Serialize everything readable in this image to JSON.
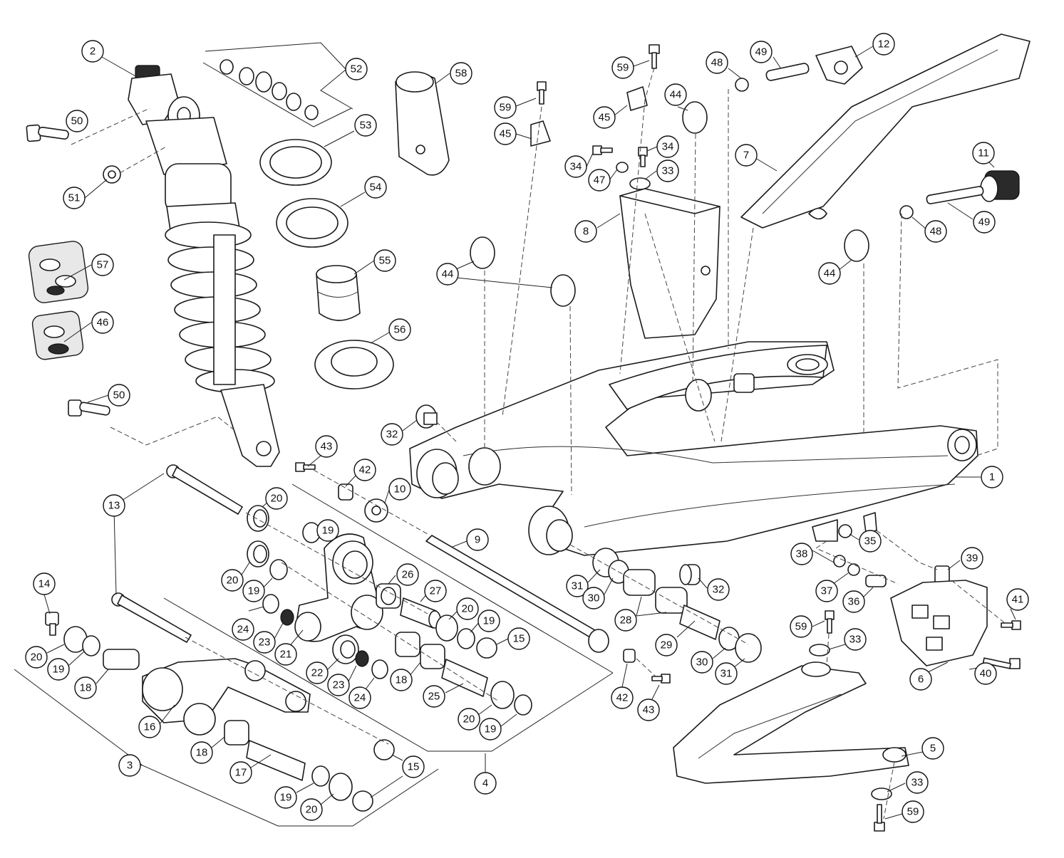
{
  "callouts": [
    {
      "id": "c-2",
      "label": "2"
    },
    {
      "id": "c-50a",
      "label": "50"
    },
    {
      "id": "c-51",
      "label": "51"
    },
    {
      "id": "c-52",
      "label": "52"
    },
    {
      "id": "c-53",
      "label": "53"
    },
    {
      "id": "c-54",
      "label": "54"
    },
    {
      "id": "c-55",
      "label": "55"
    },
    {
      "id": "c-56",
      "label": "56"
    },
    {
      "id": "c-57",
      "label": "57"
    },
    {
      "id": "c-46",
      "label": "46"
    },
    {
      "id": "c-50b",
      "label": "50"
    },
    {
      "id": "c-58",
      "label": "58"
    },
    {
      "id": "c-59a",
      "label": "59"
    },
    {
      "id": "c-45a",
      "label": "45"
    },
    {
      "id": "c-59b",
      "label": "59"
    },
    {
      "id": "c-45b",
      "label": "45"
    },
    {
      "id": "c-44a",
      "label": "44"
    },
    {
      "id": "c-34a",
      "label": "34"
    },
    {
      "id": "c-34b",
      "label": "34"
    },
    {
      "id": "c-47",
      "label": "47"
    },
    {
      "id": "c-33a",
      "label": "33"
    },
    {
      "id": "c-8",
      "label": "8"
    },
    {
      "id": "c-48a",
      "label": "48"
    },
    {
      "id": "c-49a",
      "label": "49"
    },
    {
      "id": "c-12",
      "label": "12"
    },
    {
      "id": "c-7",
      "label": "7"
    },
    {
      "id": "c-11",
      "label": "11"
    },
    {
      "id": "c-48b",
      "label": "48"
    },
    {
      "id": "c-49b",
      "label": "49"
    },
    {
      "id": "c-44b",
      "label": "44"
    },
    {
      "id": "c-44c",
      "label": "44"
    },
    {
      "id": "c-32a",
      "label": "32"
    },
    {
      "id": "c-1",
      "label": "1"
    },
    {
      "id": "c-43a",
      "label": "43"
    },
    {
      "id": "c-42a",
      "label": "42"
    },
    {
      "id": "c-10",
      "label": "10"
    },
    {
      "id": "c-13",
      "label": "13"
    },
    {
      "id": "c-20a",
      "label": "20"
    },
    {
      "id": "c-19a",
      "label": "19"
    },
    {
      "id": "c-9",
      "label": "9"
    },
    {
      "id": "c-20b",
      "label": "20"
    },
    {
      "id": "c-19b",
      "label": "19"
    },
    {
      "id": "c-26",
      "label": "26"
    },
    {
      "id": "c-27",
      "label": "27"
    },
    {
      "id": "c-24a",
      "label": "24"
    },
    {
      "id": "c-23a",
      "label": "23"
    },
    {
      "id": "c-21",
      "label": "21"
    },
    {
      "id": "c-20c",
      "label": "20"
    },
    {
      "id": "c-19c",
      "label": "19"
    },
    {
      "id": "c-15a",
      "label": "15"
    },
    {
      "id": "c-22",
      "label": "22"
    },
    {
      "id": "c-23b",
      "label": "23"
    },
    {
      "id": "c-24b",
      "label": "24"
    },
    {
      "id": "c-18a",
      "label": "18"
    },
    {
      "id": "c-25",
      "label": "25"
    },
    {
      "id": "c-20d",
      "label": "20"
    },
    {
      "id": "c-19d",
      "label": "19"
    },
    {
      "id": "c-14",
      "label": "14"
    },
    {
      "id": "c-20e",
      "label": "20"
    },
    {
      "id": "c-19e",
      "label": "19"
    },
    {
      "id": "c-18b",
      "label": "18"
    },
    {
      "id": "c-16",
      "label": "16"
    },
    {
      "id": "c-18c",
      "label": "18"
    },
    {
      "id": "c-17",
      "label": "17"
    },
    {
      "id": "c-3",
      "label": "3"
    },
    {
      "id": "c-19f",
      "label": "19"
    },
    {
      "id": "c-20f",
      "label": "20"
    },
    {
      "id": "c-15b",
      "label": "15"
    },
    {
      "id": "c-4",
      "label": "4"
    },
    {
      "id": "c-31a",
      "label": "31"
    },
    {
      "id": "c-30a",
      "label": "30"
    },
    {
      "id": "c-28",
      "label": "28"
    },
    {
      "id": "c-32b",
      "label": "32"
    },
    {
      "id": "c-29",
      "label": "29"
    },
    {
      "id": "c-30b",
      "label": "30"
    },
    {
      "id": "c-31b",
      "label": "31"
    },
    {
      "id": "c-42b",
      "label": "42"
    },
    {
      "id": "c-43b",
      "label": "43"
    },
    {
      "id": "c-35",
      "label": "35"
    },
    {
      "id": "c-38",
      "label": "38"
    },
    {
      "id": "c-37",
      "label": "37"
    },
    {
      "id": "c-36",
      "label": "36"
    },
    {
      "id": "c-39",
      "label": "39"
    },
    {
      "id": "c-41",
      "label": "41"
    },
    {
      "id": "c-59c",
      "label": "59"
    },
    {
      "id": "c-33b",
      "label": "33"
    },
    {
      "id": "c-6",
      "label": "6"
    },
    {
      "id": "c-40",
      "label": "40"
    },
    {
      "id": "c-5",
      "label": "5"
    },
    {
      "id": "c-33c",
      "label": "33"
    },
    {
      "id": "c-59d",
      "label": "59"
    }
  ]
}
